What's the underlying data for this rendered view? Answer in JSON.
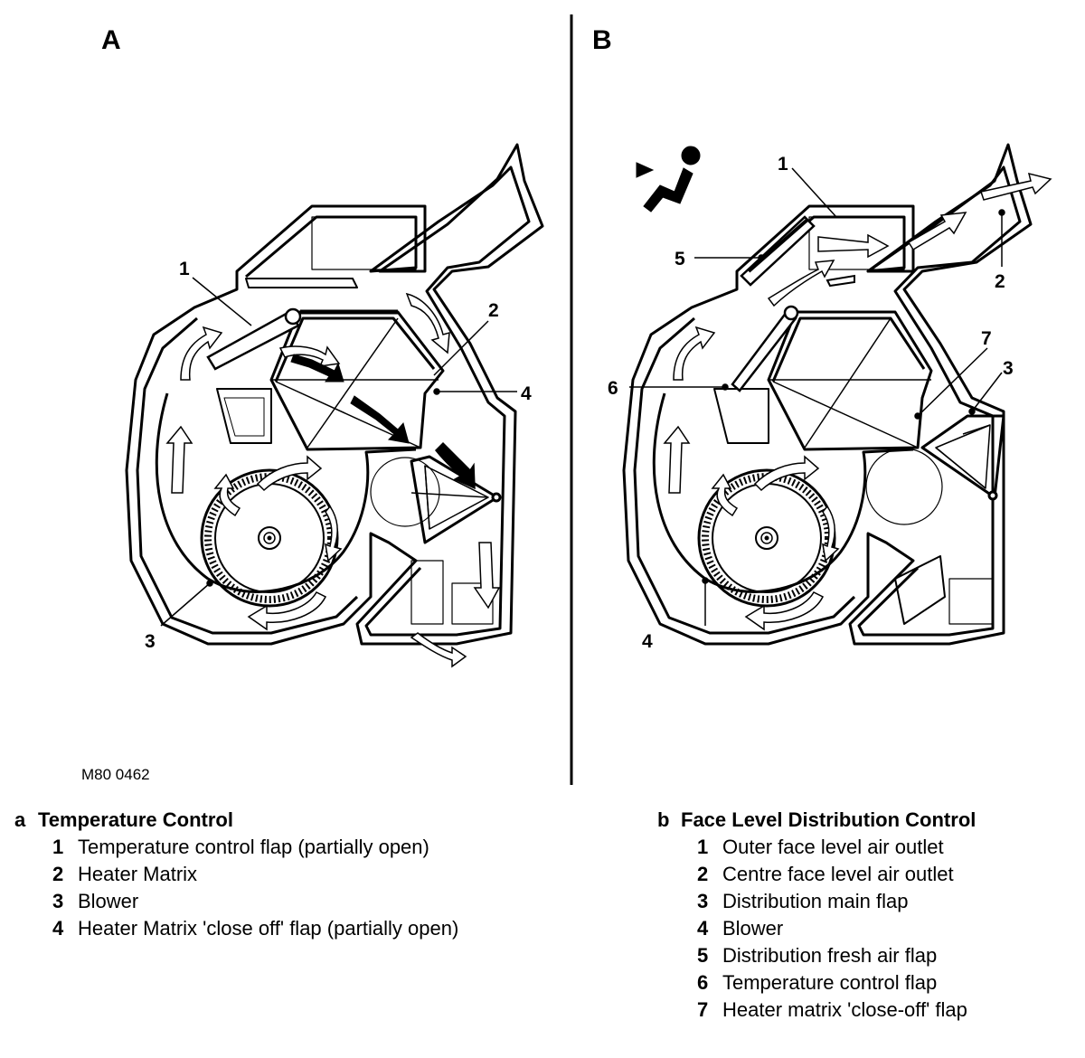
{
  "panels": {
    "a_letter": "A",
    "b_letter": "B"
  },
  "reference_code": "M80 0462",
  "callouts_a": [
    "1",
    "2",
    "3",
    "4"
  ],
  "callouts_b": [
    "1",
    "2",
    "3",
    "4",
    "5",
    "6",
    "7"
  ],
  "legend_a": {
    "letter": "a",
    "title": "Temperature Control",
    "items": [
      {
        "num": "1",
        "text": "Temperature control flap (partially open)"
      },
      {
        "num": "2",
        "text": "Heater Matrix"
      },
      {
        "num": "3",
        "text": "Blower"
      },
      {
        "num": "4",
        "text": "Heater Matrix 'close off' flap (partially open)"
      }
    ]
  },
  "legend_b": {
    "letter": "b",
    "title": "Face Level Distribution Control",
    "items": [
      {
        "num": "1",
        "text": "Outer face level air outlet"
      },
      {
        "num": "2",
        "text": "Centre face level air outlet"
      },
      {
        "num": "3",
        "text": "Distribution main flap"
      },
      {
        "num": "4",
        "text": "Blower"
      },
      {
        "num": "5",
        "text": "Distribution fresh air flap"
      },
      {
        "num": "6",
        "text": "Temperature control flap"
      },
      {
        "num": "7",
        "text": "Heater matrix 'close-off' flap"
      }
    ]
  }
}
